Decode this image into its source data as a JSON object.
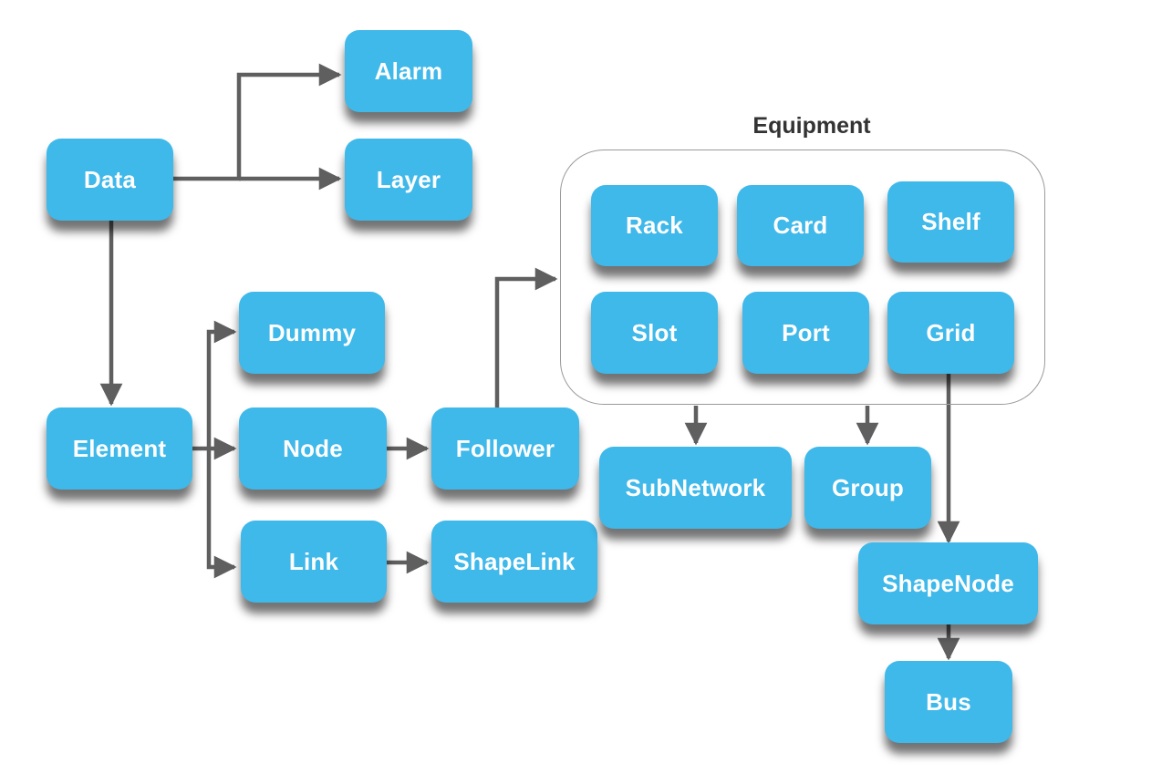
{
  "group": {
    "title": "Equipment"
  },
  "nodes": {
    "alarm": "Alarm",
    "layer": "Layer",
    "data": "Data",
    "element": "Element",
    "dummy": "Dummy",
    "node": "Node",
    "link": "Link",
    "follower": "Follower",
    "shapelink": "ShapeLink",
    "rack": "Rack",
    "card": "Card",
    "shelf": "Shelf",
    "slot": "Slot",
    "port": "Port",
    "grid": "Grid",
    "subnetwork": "SubNetwork",
    "group": "Group",
    "shapenode": "ShapeNode",
    "bus": "Bus"
  },
  "edges": [
    [
      "data",
      "alarm"
    ],
    [
      "data",
      "layer"
    ],
    [
      "data",
      "element"
    ],
    [
      "element",
      "dummy"
    ],
    [
      "element",
      "node"
    ],
    [
      "element",
      "link"
    ],
    [
      "node",
      "follower"
    ],
    [
      "link",
      "shapelink"
    ],
    [
      "follower",
      "equipment"
    ],
    [
      "equipment",
      "subnetwork"
    ],
    [
      "equipment",
      "group"
    ],
    [
      "grid",
      "shapenode"
    ],
    [
      "shapenode",
      "bus"
    ]
  ],
  "colors": {
    "node_fill": "#3fb8ea",
    "node_text": "#ffffff",
    "connector": "#5f5f5f",
    "frame": "#9a9a9a"
  }
}
